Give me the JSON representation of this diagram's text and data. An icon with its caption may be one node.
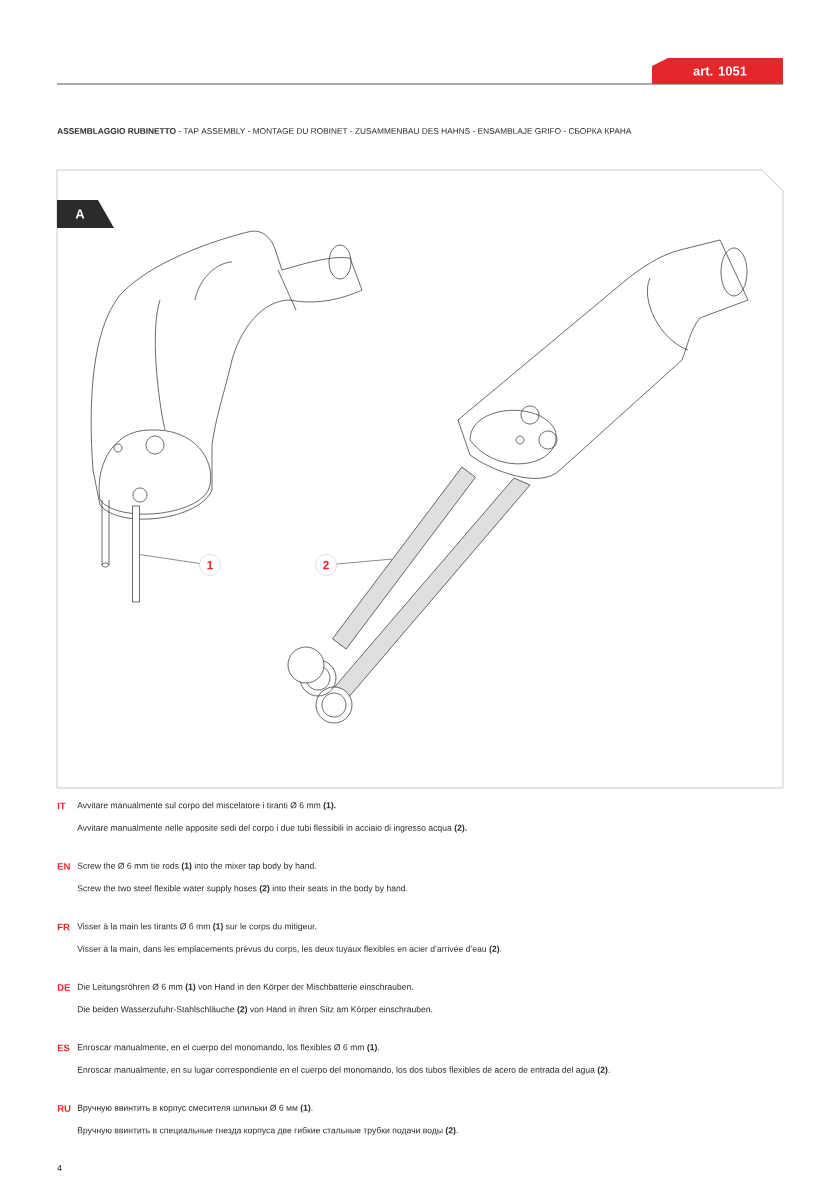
{
  "diagram": {
    "title": "**ASSEMBLAGGIO RUBINETTO** - TAP ASSEMBLY - MONTAGE DU ROBINET - ZUSAMMENBAU DES HAHNS - ENSAMBLAJE GRIFO - СБОРКА КРАНА",
    "nodes": [
      {
        "text": [
          "1"
        ]
      },
      {
        "text": [
          "2"
        ]
      },
      {
        "text": [],
        "shape": "bar"
      },
      {
        "text": [],
        "shape": "bar"
      }
    ],
    "edges": [
      {
        "from": 0,
        "to": 2,
        "arrow": "none"
      },
      {
        "from": 1,
        "to": 3,
        "arrow": "none"
      }
    ],
    "labels": [
      "art. 1051",
      "A",
      "IT",
      "Avvitare manualmente sul corpo del miscelatore i tiranti Ø 6 mm **(1).**",
      "Avvitare manualmente nelle apposite sedi del corpo i due tubi flessibili in acciaio di ingresso acqua **(2).**",
      "EN",
      "Screw the  Ø 6 mm tie rods **(1)** into the mixer tap body by hand.",
      "Screw the two steel flexible water supply hoses **(2)** into their seats in the body by hand.",
      "FR",
      "Visser à la main les tirants Ø 6 mm **(1)** sur le corps du mitigeur.",
      "Visser à la main, dans les emplacements prévus du corps, les deux tuyaux flexibles en acier d’arrivée d’eau **(2)**.",
      "DE",
      "Die Leitungsröhren Ø 6 mm **(1)** von Hand in den Körper der Mischbatterie einschrauben.",
      "Die beiden Wasserzufuhr-Stahlschläuche **(2)** von Hand in ihren Sitz am Körper einschrauben.",
      "ES",
      "Enroscar manualmente, en el cuerpo del monomando, los flexibles Ø 6 mm **(1)**.",
      "Enroscar manualmente, en su lugar correspondiente en el cuerpo del monomando, los dos tubos flexibles de acero de entrada del agua **(2)**.",
      "RU",
      "Вручную ввинтить в корпус смесителя шпильки Ø 6 мм **(1)**.",
      "Вручную ввинтить в специальные гнезда корпуса две гибкие стальные трубки подачи воды **(2)**.",
      "4"
    ]
  }
}
